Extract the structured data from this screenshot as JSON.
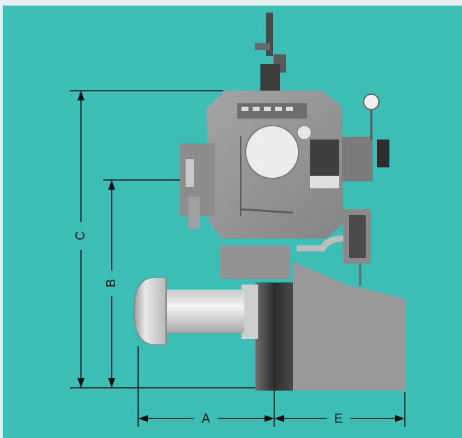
{
  "colors": {
    "background": "#3cbdb6",
    "frame": "#e6eef0",
    "machine_body": "#8f8f8f",
    "machine_dark": "#3a3a3a",
    "machine_light": "#d8d8d8",
    "dimension_line": "#111111"
  },
  "dimensions": {
    "A": "A",
    "B": "B",
    "C": "C",
    "E": "E"
  },
  "icons": {
    "machine": "industrial-burner-illustration",
    "arrow": "dimension-arrowhead"
  }
}
